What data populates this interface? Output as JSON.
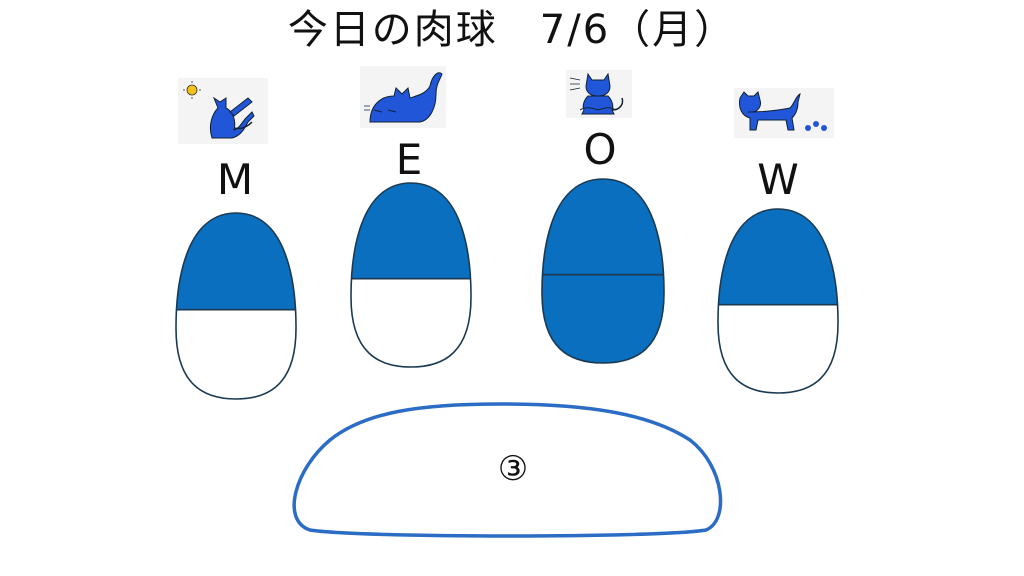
{
  "title": "今日の肉球　7/6（月）",
  "letters": [
    "M",
    "E",
    "O",
    "W"
  ],
  "toes": [
    {
      "letter": "M",
      "fill_level": 0.5,
      "cat_icon": "cat-stretching-sun-icon"
    },
    {
      "letter": "E",
      "fill_level": 0.5,
      "cat_icon": "cat-sleeping-icon"
    },
    {
      "letter": "O",
      "fill_level": 1.0,
      "cat_icon": "cat-meditating-icon"
    },
    {
      "letter": "W",
      "fill_level": 0.5,
      "cat_icon": "cat-walking-pawprints-icon"
    }
  ],
  "main_pad": {
    "label": "③"
  },
  "colors": {
    "fill": "#0A6FBF",
    "outline": "#1B3A52",
    "pad_border": "#2B6CC4",
    "cat": "#2156D8"
  }
}
